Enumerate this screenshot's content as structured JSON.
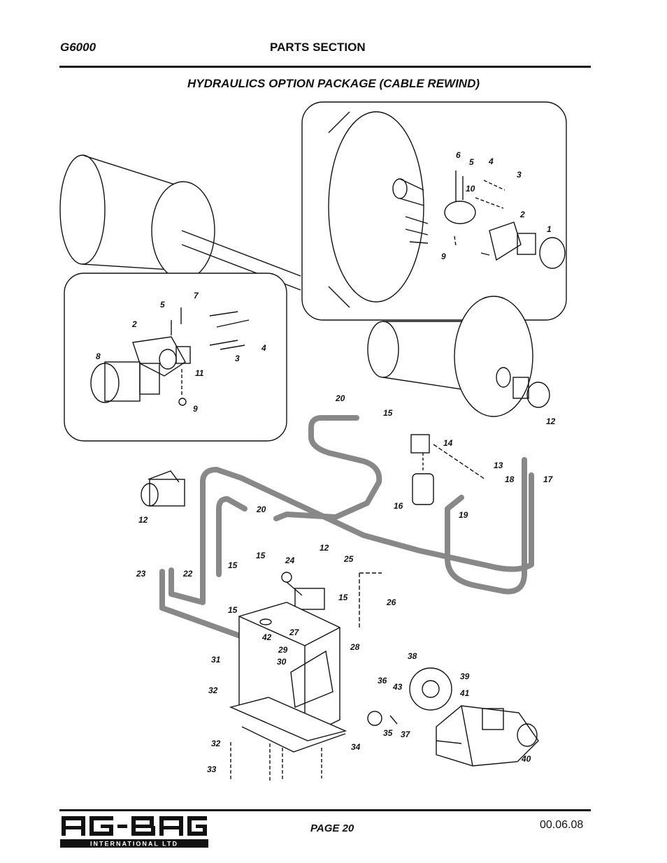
{
  "header": {
    "model": "G6000",
    "section": "PARTS SECTION"
  },
  "title": "HYDRAULICS OPTION PACKAGE (CABLE REWIND)",
  "callouts": {
    "top_inset": [
      "6",
      "5",
      "4",
      "3",
      "10",
      "2",
      "1",
      "9"
    ],
    "left_inset": [
      "5",
      "7",
      "2",
      "8",
      "11",
      "3",
      "4",
      "9"
    ],
    "main_a": [
      "20",
      "15",
      "14",
      "12",
      "13",
      "18",
      "17",
      "16",
      "19"
    ],
    "main_b": [
      "12",
      "20",
      "23",
      "22",
      "15",
      "15",
      "24",
      "12",
      "25",
      "15",
      "15",
      "26",
      "27",
      "42",
      "28",
      "29",
      "30"
    ],
    "main_c": [
      "31",
      "32",
      "32",
      "33",
      "34",
      "36",
      "43",
      "35",
      "37",
      "38",
      "39",
      "41",
      "40"
    ]
  },
  "footer": {
    "logo_text": "AG-BAG",
    "logo_subtext": "INTERNATIONAL LTD",
    "page": "PAGE 20",
    "date": "00.06.08"
  }
}
